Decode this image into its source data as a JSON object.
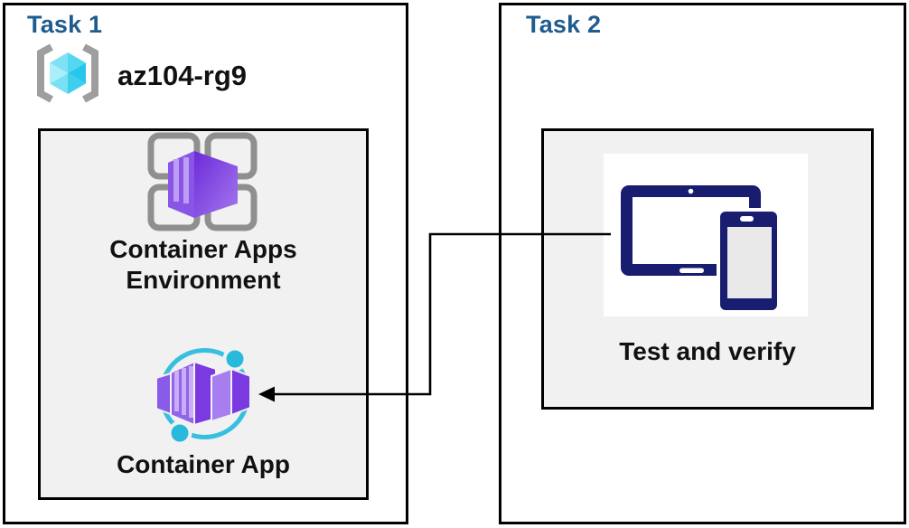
{
  "diagram": {
    "task1": {
      "title": "Task 1",
      "resource_group_name": "az104-rg9",
      "environment_label": "Container Apps Environment",
      "container_app_label": "Container App"
    },
    "task2": {
      "title": "Task 2",
      "test_label": "Test and verify"
    },
    "icons": {
      "resource_group": "azure-resource-group-icon",
      "container_apps_environment": "container-apps-environment-icon",
      "container_app": "container-app-icon",
      "devices": "tablet-and-phone-icon",
      "connector": "left-arrow-connector"
    },
    "colors": {
      "task_title": "#1E5C8F",
      "box_border": "#000000",
      "inner_box_fill": "#F1F1F1",
      "label_text": "#111111",
      "icon_gray": "#919191",
      "icon_cyan": "#35BFDF",
      "icon_purple": "#8A55E7",
      "icon_navy": "#181D6F"
    }
  }
}
